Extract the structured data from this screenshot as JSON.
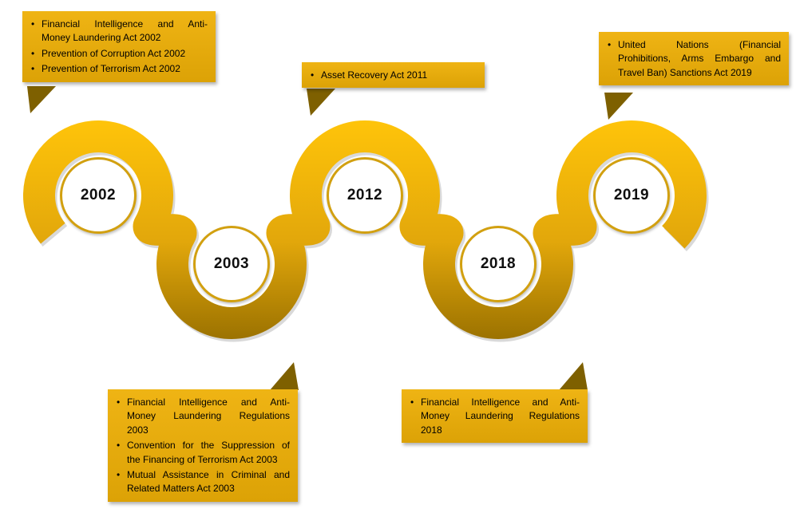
{
  "colors": {
    "band_light": "#FFC40A",
    "band_mid": "#E2A70B",
    "band_dark": "#9A7100",
    "callout_fill": "#E6AC0D",
    "callout_pointer": "#7E6000",
    "circle_ring": "#D2A010",
    "text": "#000000"
  },
  "timeline": {
    "nodes": [
      {
        "year": "2002",
        "position": "top"
      },
      {
        "year": "2003",
        "position": "bottom"
      },
      {
        "year": "2012",
        "position": "top"
      },
      {
        "year": "2018",
        "position": "bottom"
      },
      {
        "year": "2019",
        "position": "top"
      }
    ]
  },
  "callouts": [
    {
      "name": "callout-2002",
      "items": [
        {
          "lines": [
            "Financial Intelligence and Anti-",
            "Money Laundering Act 2002"
          ]
        },
        {
          "lines": [
            "Prevention of Corruption Act 2002"
          ]
        },
        {
          "lines": [
            "Prevention of Terrorism Act 2002"
          ]
        }
      ]
    },
    {
      "name": "callout-2012",
      "items": [
        {
          "lines": [
            "Asset Recovery Act 2011"
          ]
        }
      ]
    },
    {
      "name": "callout-2019",
      "items": [
        {
          "lines": [
            "United Nations (Financial",
            "Prohibitions, Arms Embargo and",
            "Travel Ban) Sanctions Act 2019"
          ]
        }
      ]
    },
    {
      "name": "callout-2003",
      "items": [
        {
          "lines": [
            "Financial Intelligence and Anti-",
            "Money Laundering Regulations",
            "2003"
          ]
        },
        {
          "lines": [
            "Convention for the Suppression of",
            "the Financing of Terrorism Act 2003"
          ]
        },
        {
          "lines": [
            "Mutual Assistance in Criminal and",
            "Related Matters Act 2003"
          ]
        }
      ]
    },
    {
      "name": "callout-2018",
      "items": [
        {
          "lines": [
            "Financial Intelligence and Anti-",
            "Money Laundering Regulations",
            "2018"
          ]
        }
      ]
    }
  ]
}
